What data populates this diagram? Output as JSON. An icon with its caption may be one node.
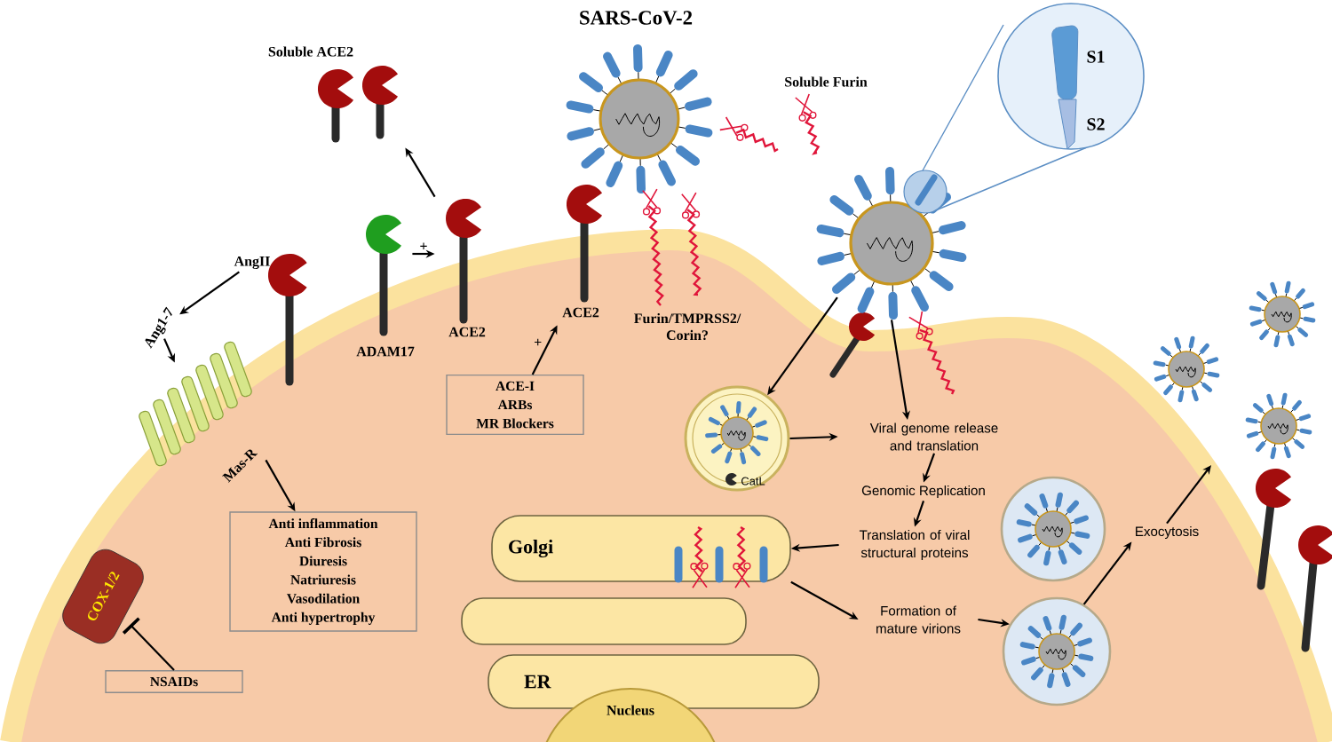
{
  "diagram": {
    "title": "SARS-CoV-2",
    "nodes": [
      {
        "text": [
          "Soluble ACE2"
        ]
      },
      {
        "text": [
          "ADAM17"
        ]
      },
      {
        "text": [
          "ACE2"
        ]
      },
      {
        "text": [
          "ACE2"
        ]
      },
      {
        "text": [
          "ACE-I",
          "ARBs",
          "MR Blockers"
        ]
      },
      {
        "text": [
          "AngII"
        ]
      },
      {
        "text": [
          "Ang1-7"
        ]
      },
      {
        "text": [
          "Mas-R"
        ]
      },
      {
        "text": [
          "Anti inflammation",
          "Anti Fibrosis",
          "Diuresis",
          "Natriuresis",
          "Vasodilation",
          "Anti hypertrophy"
        ]
      },
      {
        "text": [
          "COX-1/2"
        ]
      },
      {
        "text": [
          "NSAIDs"
        ]
      },
      {
        "text": [],
        "shape": "picture"
      },
      {
        "text": [
          "CatL"
        ]
      },
      {
        "text": [
          "Viral genome release and translation"
        ]
      },
      {
        "text": [
          "Genomic Replication"
        ]
      },
      {
        "text": [
          "Translation of viral structural proteins"
        ]
      },
      {
        "text": [
          "Golgi"
        ]
      },
      {
        "text": [
          "ER"
        ]
      },
      {
        "text": [
          "Nucleus"
        ]
      },
      {
        "text": [
          "Formation of mature virions"
        ]
      },
      {
        "text": [],
        "shape": "circle"
      },
      {
        "text": [],
        "shape": "circle"
      },
      {
        "text": [
          "Exocytosis"
        ]
      }
    ],
    "edges": [
      {
        "from": 1,
        "to": 2,
        "arrow": "to",
        "label": "+"
      },
      {
        "from": 2,
        "to": 0,
        "arrow": "to"
      },
      {
        "from": 5,
        "to": 6,
        "arrow": "to"
      },
      {
        "from": 6,
        "to": 7,
        "arrow": "to"
      },
      {
        "from": 7,
        "to": 8,
        "arrow": "to"
      },
      {
        "from": 10,
        "to": 9,
        "arrow": "other"
      },
      {
        "from": 4,
        "to": 3,
        "arrow": "to",
        "label": "+"
      },
      {
        "from": 11,
        "to": 12,
        "arrow": "to"
      },
      {
        "from": 11,
        "to": 13,
        "arrow": "to"
      },
      {
        "from": 12,
        "to": 13,
        "arrow": "to"
      },
      {
        "from": 13,
        "to": 14,
        "arrow": "to"
      },
      {
        "from": 14,
        "to": 15,
        "arrow": "to"
      },
      {
        "from": 15,
        "to": 16,
        "arrow": "to"
      },
      {
        "from": 16,
        "to": 19,
        "arrow": "to"
      },
      {
        "from": 19,
        "to": 21,
        "arrow": "to"
      },
      {
        "from": 21,
        "to": 22,
        "arrow": "to"
      },
      {
        "from": 22,
        "to": null,
        "arrow": "to"
      }
    ],
    "labels": [
      "Soluble Furin",
      "Furin/TMPRSS2/ Corin?",
      "S1",
      "S2"
    ]
  }
}
